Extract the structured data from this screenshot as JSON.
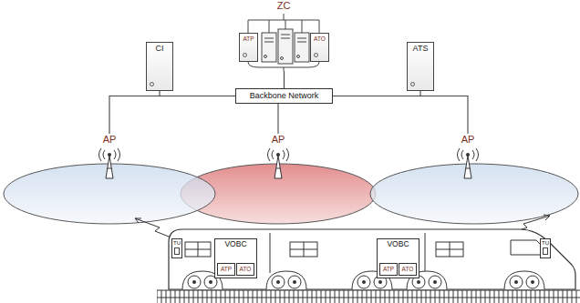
{
  "diagram": {
    "nodes": [
      {
        "text": [
          "ZC"
        ]
      },
      {
        "text": [
          "ATP"
        ],
        "in": 0
      },
      {
        "text": [
          "ATO"
        ],
        "in": 0
      },
      {
        "text": [
          "CI"
        ]
      },
      {
        "text": [
          "ATS"
        ]
      },
      {
        "text": [
          "Backbone Network"
        ]
      },
      {
        "text": [
          "AP"
        ]
      },
      {
        "text": [
          "AP"
        ]
      },
      {
        "text": [
          "AP"
        ]
      },
      {
        "text": [
          "TU"
        ]
      },
      {
        "text": [
          "VOBC"
        ]
      },
      {
        "text": [
          "ATP"
        ],
        "in": 10
      },
      {
        "text": [
          "ATO"
        ],
        "in": 10
      },
      {
        "text": [
          "VOBC"
        ]
      },
      {
        "text": [
          "ATP"
        ],
        "in": 13
      },
      {
        "text": [
          "ATO"
        ],
        "in": 13
      },
      {
        "text": [
          "TU"
        ]
      }
    ],
    "edges": [
      {
        "from": 0,
        "to": 5,
        "arrow": "none"
      },
      {
        "from": 3,
        "to": 5,
        "arrow": "none"
      },
      {
        "from": 4,
        "to": 5,
        "arrow": "none"
      },
      {
        "from": 5,
        "to": 6,
        "arrow": "none"
      },
      {
        "from": 5,
        "to": 7,
        "arrow": "none"
      },
      {
        "from": 5,
        "to": 8,
        "arrow": "none"
      }
    ]
  }
}
